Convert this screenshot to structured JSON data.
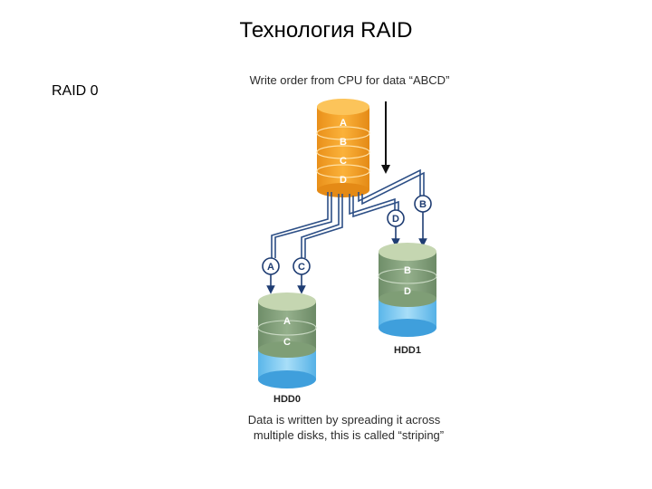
{
  "slide": {
    "title": "Технология RAID",
    "raid_label": "RAID 0"
  },
  "diagram": {
    "top_caption": "Write order from CPU for data “ABCD”",
    "bottom_caption_line1": "Data is written by spreading it across",
    "bottom_caption_line2": "multiple disks, this is called “striping”",
    "source_blocks": [
      "A",
      "B",
      "C",
      "D"
    ],
    "hdd0": {
      "label": "HDD0",
      "blocks": [
        "A",
        "C"
      ]
    },
    "hdd1": {
      "label": "HDD1",
      "blocks": [
        "B",
        "D"
      ]
    },
    "circle_markers": [
      "A",
      "C",
      "D",
      "B"
    ],
    "colors": {
      "source_disk": "#f5a623",
      "target_band": "#7f9e76",
      "target_water": "#6cc3f2",
      "arrow": "#1f3d73"
    }
  }
}
